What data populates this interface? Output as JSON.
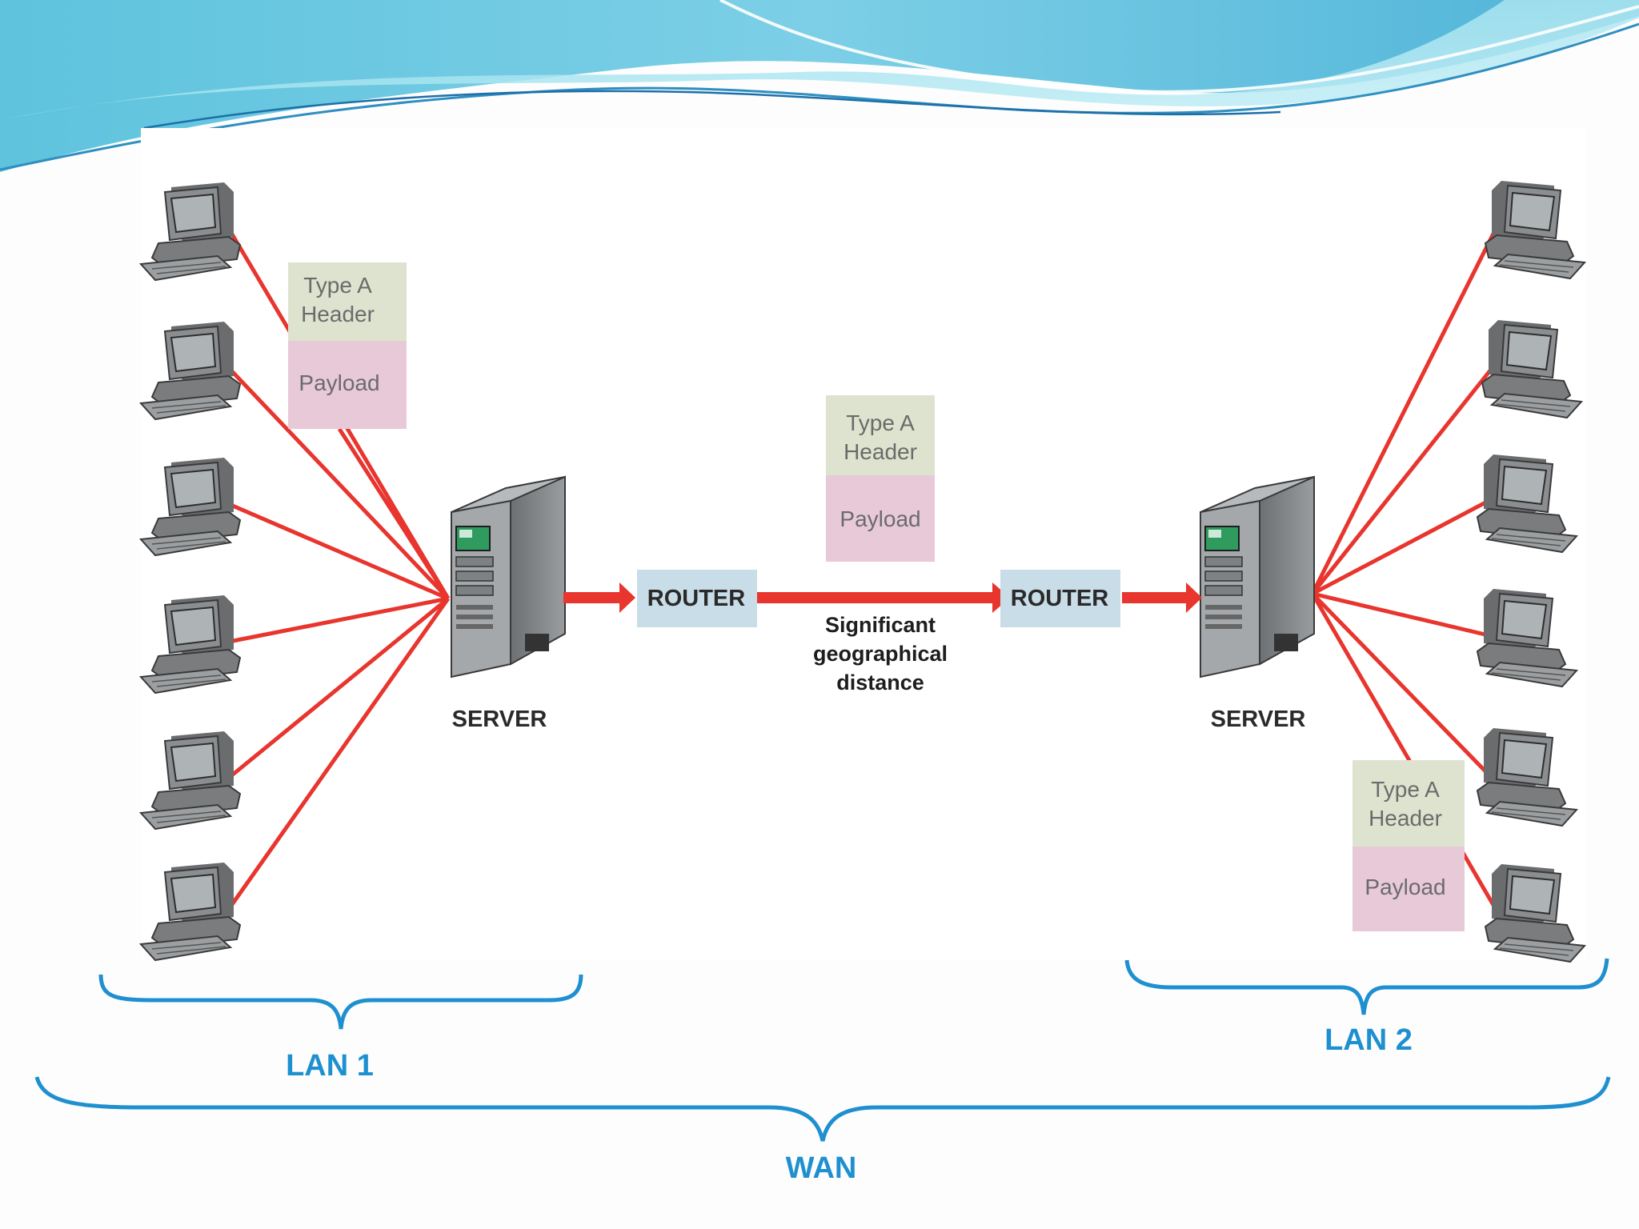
{
  "colors": {
    "link": "#e8352e",
    "brace": "#1f90cf",
    "header_box": "#dde3cf",
    "payload_box": "#e7c9d8",
    "router_box": "#c9dde8",
    "wave_dark": "#4cb6d6",
    "wave_light": "#9fe0ee"
  },
  "diagram": {
    "left_packet": {
      "header": [
        "Type A",
        "Header"
      ],
      "payload": "Payload"
    },
    "middle_packet": {
      "header": [
        "Type A",
        "Header"
      ],
      "payload": "Payload"
    },
    "right_packet": {
      "header": [
        "Type A",
        "Header"
      ],
      "payload": "Payload"
    },
    "router_left": "ROUTER",
    "router_right": "ROUTER",
    "distance": [
      "Significant",
      "geographical",
      "distance"
    ],
    "server_left": "SERVER",
    "server_right": "SERVER",
    "workstation_icon": "desktop-computer-icon",
    "server_icon": "tower-server-icon"
  },
  "labels": {
    "lan1": "LAN 1",
    "lan2": "LAN 2",
    "wan": "WAN"
  }
}
